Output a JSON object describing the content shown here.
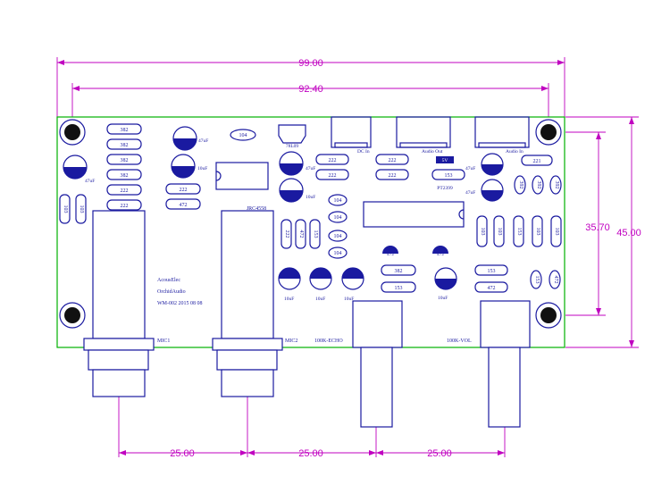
{
  "dimensions": {
    "board_width": "99.00",
    "hole_span_h": "92.40",
    "hole_span_v": "35.70",
    "board_height": "45.00",
    "pitch_1": "25.00",
    "pitch_2": "25.00",
    "pitch_3": "25.00"
  },
  "silk": {
    "ic_label": "JRC4558",
    "pt_label": "PT2399",
    "brand_1": "AcousElec",
    "brand_2": "OrchidAudio",
    "model": "WM-002 2015 08 08",
    "mic1": "MIC1",
    "mic2": "MIC2",
    "echo_pot": "100K-ECHO",
    "vol_pot": "100K-VOL",
    "dc_in": "DC In",
    "audio_out": "Audio Out",
    "audio_in": "Audio In",
    "v5": "5V",
    "reg": "78L09",
    "xtal": "104"
  },
  "resistors_left": [
    "382",
    "382",
    "382",
    "382",
    "222",
    "222"
  ],
  "caps_left": [
    "47uF",
    "10uF",
    "47uF"
  ],
  "mid_resistors": [
    "222",
    "472"
  ],
  "small_vals": [
    "10uF",
    "10uF",
    "10uF",
    "10uF",
    "10uF",
    "47uF",
    "47uF",
    "10uF"
  ],
  "center_resistors": [
    "222",
    "222",
    "222",
    "222"
  ],
  "caps104": [
    "104",
    "104",
    "104",
    "104",
    "104"
  ],
  "vert_res": [
    "222",
    "103",
    "153",
    "103",
    "103",
    "153",
    "103",
    "103",
    "103"
  ],
  "right_res": [
    "153",
    "221",
    "382",
    "153",
    "472",
    "472",
    "472",
    "153"
  ],
  "right_vert": [
    "392",
    "392",
    "392",
    "153",
    "472"
  ],
  "colors": {
    "board_outline": "#00b000",
    "dimension": "#c000c0",
    "silk": "#1a1aa0"
  }
}
